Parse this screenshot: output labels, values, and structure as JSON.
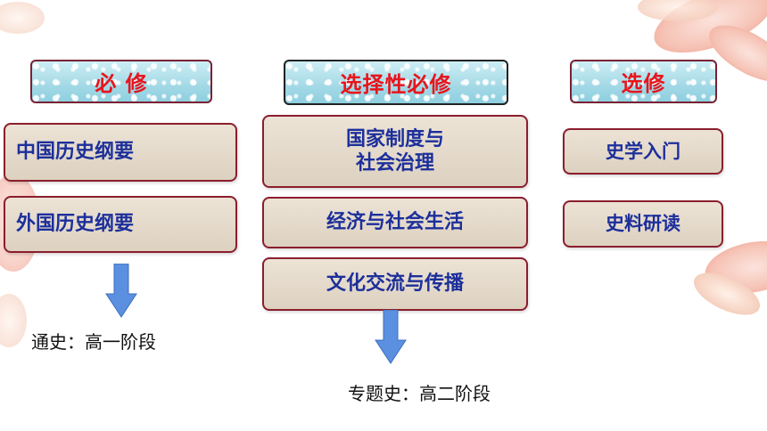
{
  "columns": {
    "required": {
      "header": "必 修",
      "items": [
        "中国历史纲要",
        "外国历史纲要"
      ],
      "caption": "通史：高一阶段"
    },
    "selective_required": {
      "header": "选择性必修",
      "items": [
        "国家制度与",
        "社会治理",
        "经济与社会生活",
        "文化交流与传播"
      ],
      "caption": "专题史：高二阶段"
    },
    "elective": {
      "header": "选修",
      "items": [
        "史学入门",
        "史料研读"
      ]
    }
  },
  "colors": {
    "header_text": "#e8141c",
    "box_text": "#1c2f9b",
    "box_border": "#8b1e2e",
    "arrow": "#5b8fe0"
  }
}
